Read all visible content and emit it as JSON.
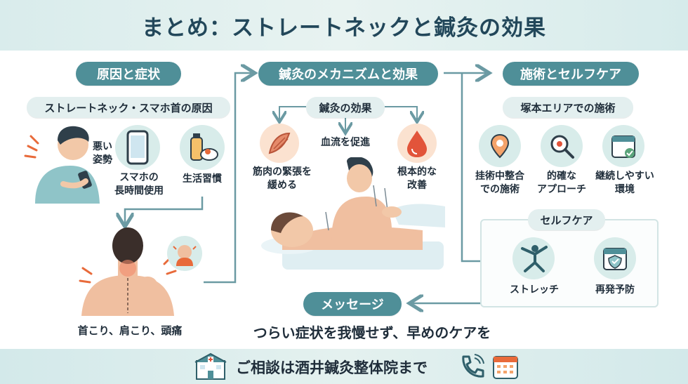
{
  "header": {
    "title": "まとめ：ストレートネックと鍼灸の効果"
  },
  "causes": {
    "heading": "原因と症状",
    "subheading": "ストレートネック・スマホ首の原因",
    "items": [
      {
        "label": "悪い\n姿勢",
        "icon": "person-using-phone-icon"
      },
      {
        "label": "スマホの\n長時間使用",
        "icon": "smartphone-icon"
      },
      {
        "label": "生活習慣",
        "icon": "food-bottle-icon"
      }
    ],
    "symptoms": "首こり、肩こり、頭痛"
  },
  "mechanism": {
    "heading": "鍼灸のメカニズムと効果",
    "effects_label": "鍼灸の効果",
    "items": [
      {
        "label": "筋肉の緊張を\n緩める",
        "icon": "muscle-icon"
      },
      {
        "label": "血流を促進",
        "icon": "blood-flow-icon"
      },
      {
        "label": "根本的な\n改善",
        "icon": "drop-icon"
      }
    ]
  },
  "treatment": {
    "heading": "施術とセルフケア",
    "area_label": "塚本エリアでの施術",
    "items": [
      {
        "label": "挂術中整合\nでの施術",
        "icon": "location-pin-icon"
      },
      {
        "label": "的確な\nアプローチ",
        "icon": "magnifier-target-icon"
      },
      {
        "label": "継続しやすい\n環境",
        "icon": "calendar-check-icon"
      }
    ],
    "selfcare_label": "セルフケア",
    "selfcare_items": [
      {
        "label": "ストレッチ",
        "icon": "stretch-icon"
      },
      {
        "label": "再発予防",
        "icon": "calendar-shield-icon"
      }
    ]
  },
  "message": {
    "label": "メッセージ",
    "text": "つらい症状を我慢せず、早めのケアを"
  },
  "footer": {
    "text": "ご相談は酒井鍼灸整体院まで"
  },
  "colors": {
    "accent": "#4f8f98",
    "title": "#22475a",
    "warm": "#e86a3a"
  }
}
